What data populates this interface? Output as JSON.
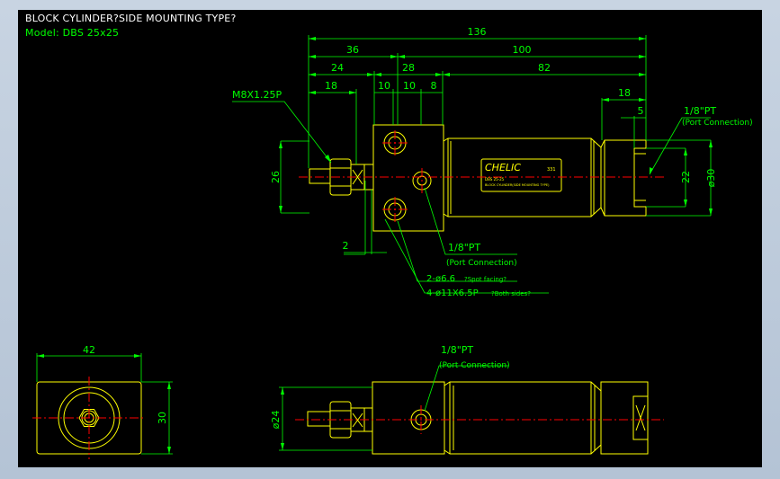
{
  "title": "BLOCK CYLINDER?SIDE MOUNTING TYPE?",
  "model": "Model: DBS 25x25",
  "dims": {
    "d136": "136",
    "d36": "36",
    "d100": "100",
    "d24": "24",
    "d28": "28",
    "d82": "82",
    "d18a": "18",
    "d10a": "10",
    "d10b": "10",
    "d8": "8",
    "d18b": "18",
    "d5": "5",
    "d26": "26",
    "d22": "22",
    "d30r": "ø30",
    "d2": "2",
    "d42": "42",
    "d30b": "30",
    "d24b": "ø24"
  },
  "labels": {
    "thread": "M8X1.25P",
    "port_size_right": "1/8\"PT",
    "port_conn_right": "(Port Connection)",
    "port_size_center": "1/8\"PT",
    "port_conn_center": "(Port Connection)",
    "spot_facing": "2-ø6.6",
    "spot_facing_note": "?Spot facing?",
    "both_sides": "4-ø11X6.5P",
    "both_sides_note": "?Both sides?",
    "port_size_bottom": "1/8\"PT",
    "port_conn_bottom": "(Port Connection)"
  },
  "nameplate": {
    "brand": "CHELIC",
    "code": "331",
    "model_line": "DBS 25-25",
    "desc_line": "BLOCK CYLINDER(SIDE MOUNTING TYPE)"
  },
  "colors": {
    "viewport_bg": "#000000",
    "outline": "#ffff00",
    "dimension": "#00ff00",
    "centerline": "#ff0000",
    "text_title": "#ffffff"
  }
}
